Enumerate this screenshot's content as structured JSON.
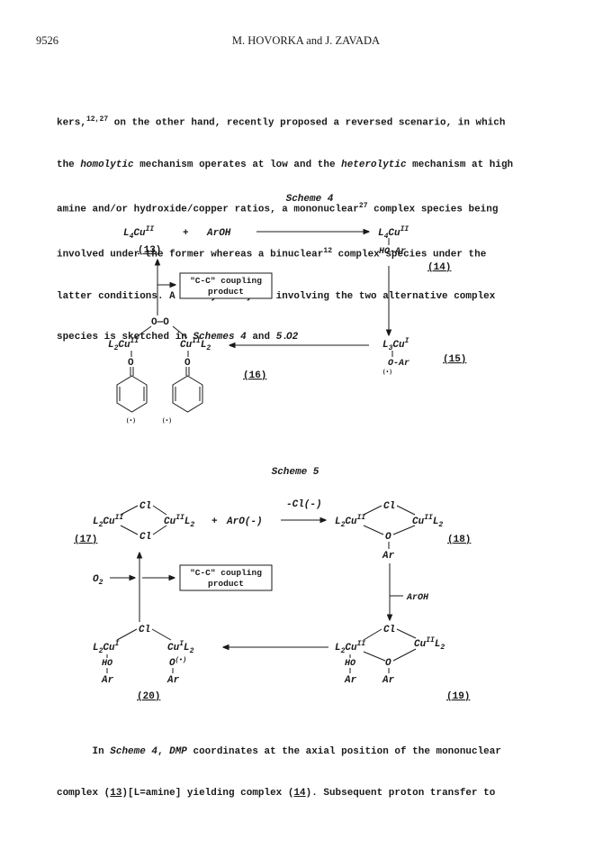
{
  "header": {
    "page_number": "9526",
    "running_head": "M. HOVORKA and J. ZAVADA"
  },
  "paragraph1": [
    "kers,12,27 on the other hand, recently proposed a reversed scenario, in which",
    "the homolytic mechanism operates at low and the heterolytic mechanism at high",
    "amine and/or hydroxide/copper ratios, a mononuclear27 complex species being",
    "involved under the former whereas a binuclear12 complex species under the",
    "latter conditions. A catalytic cycle involving the two alternative complex",
    "species is sketched in Schemes 4 and 5."
  ],
  "scheme4": {
    "title": "Scheme 4",
    "reagent": "ArOH",
    "plus": "+",
    "c13_label": "(13)",
    "c14_label": "(14)",
    "c15_label": "(15)",
    "c16_label": "(16)",
    "o2": "O2",
    "box_line1": "\"C-C\" coupling",
    "box_line2": "product"
  },
  "scheme5": {
    "title": "Scheme 5",
    "reagent": "ArO(-)",
    "loss": "-Cl(-)",
    "plus": "+",
    "c17_label": "(17)",
    "c18_label": "(18)",
    "c19_label": "(19)",
    "c20_label": "(20)",
    "o2": "O2",
    "aroh": "ArOH",
    "box_line1": "\"C-C\" coupling",
    "box_line2": "product"
  },
  "paragraph2": [
    "      In Scheme 4, DMP coordinates at the axial position of the mononuclear",
    "complex (13)[L=amine] yielding complex (14). Subsequent proton transfer to"
  ]
}
